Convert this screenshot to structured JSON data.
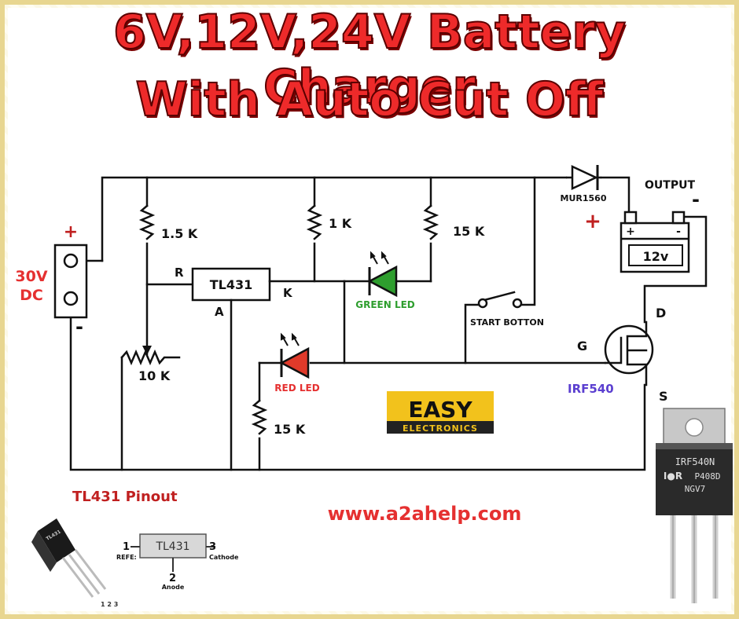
{
  "title": {
    "line1": "6V,12V,24V Battery Charger",
    "line2": "With Auto Cut Off"
  },
  "labels": {
    "plus_top": "+",
    "supply": "30V",
    "supply_dc": "DC",
    "minus_left": "-",
    "r1": "1.5 K",
    "r2": "1 K",
    "r3": "15 K",
    "r4": "15 K",
    "pot": "10 K",
    "tl431": "TL431",
    "pin_r": "R",
    "pin_k": "K",
    "pin_a": "A",
    "green_led": "GREEN LED",
    "red_led": "RED LED",
    "diode": "MUR1560",
    "plus_out": "+",
    "output": "OUTPUT",
    "minus_out": "-",
    "batt_plus": "+",
    "batt_minus": "-",
    "battery": "12v",
    "start": "START BOTTON",
    "pin_d": "D",
    "pin_g": "G",
    "pin_s": "S",
    "mosfet": "IRF540",
    "pinout_title": "TL431 Pinout",
    "website": "www.a2ahelp.com",
    "logo_top": "EASY",
    "logo_bottom": "ELECTRONICS",
    "pin1": "1",
    "pin1_name": "REFE:",
    "pin2": "2",
    "pin2_name": "Anode",
    "pin3": "3",
    "pin3_name": "Cathode",
    "chip_label": "TL431",
    "to92_pins": "1 2 3",
    "to92_marking": "TL431",
    "pkg_line1": "IRF540N",
    "pkg_brand": "I●R",
    "pkg_line2": "P408D",
    "pkg_line3": "NGV7"
  },
  "colors": {
    "title": "#ee2a2a",
    "red_text": "#e53030",
    "green_led": "#2e9e2e",
    "red_led": "#e03a2a",
    "mosfet_label": "#5b3fd0",
    "logo_bg": "#f2c21c"
  }
}
